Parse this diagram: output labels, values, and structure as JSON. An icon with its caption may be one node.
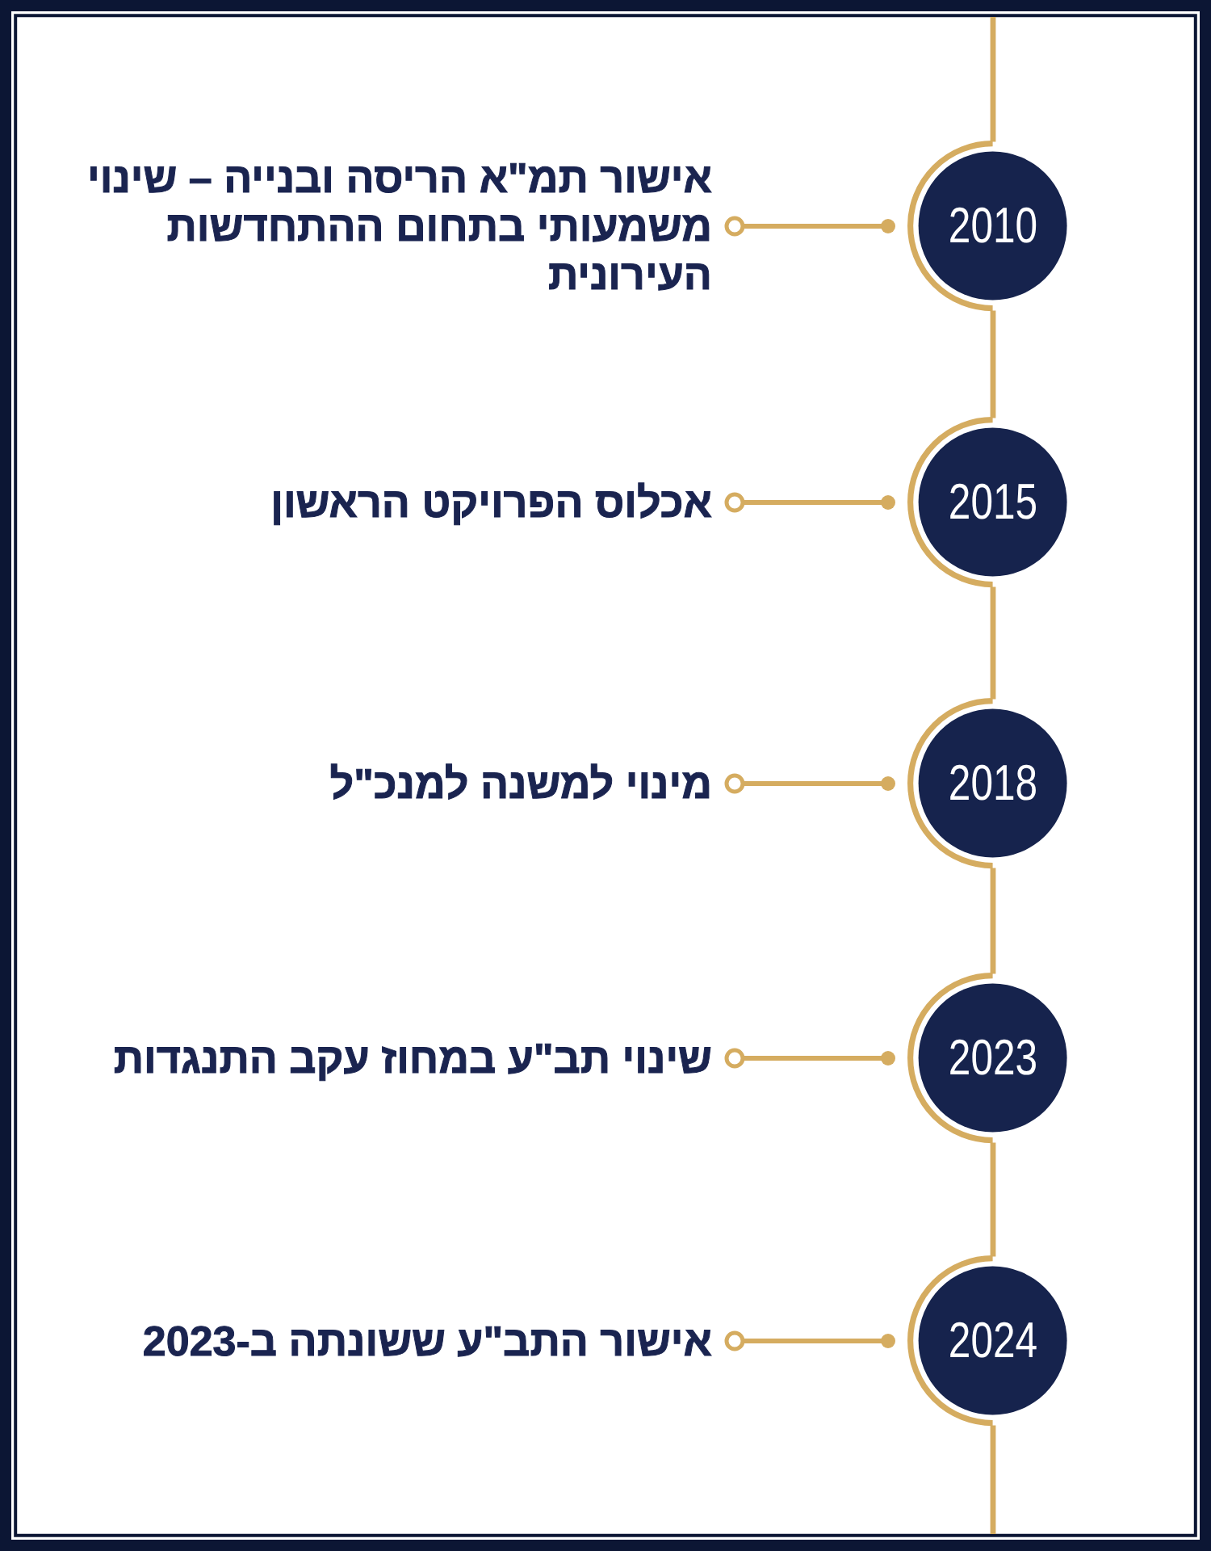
{
  "diagram": {
    "nodes": [
      {
        "text": [
          "2010"
        ]
      },
      {
        "text": [
          "אישור תמ\"א הריסה ובנייה – שינוי משמעותי בתחום ההתחדשות העירונית"
        ]
      },
      {
        "text": [
          "2015"
        ]
      },
      {
        "text": [
          "אכלוס הפרויקט הראשון"
        ]
      },
      {
        "text": [
          "2018"
        ]
      },
      {
        "text": [
          "מינוי למשנה למנכ\"ל"
        ]
      },
      {
        "text": [
          "2023"
        ]
      },
      {
        "text": [
          "שינוי תב\"ע במחוז עקב התנגדות"
        ]
      },
      {
        "text": [
          "2024"
        ]
      },
      {
        "text": [
          "אישור התב\"ע ששונתה ב-2023"
        ]
      }
    ],
    "edges": [
      {
        "from": 0,
        "to": 1,
        "arrow": "other"
      },
      {
        "from": 2,
        "to": 3,
        "arrow": "other"
      },
      {
        "from": 4,
        "to": 5,
        "arrow": "other"
      },
      {
        "from": 6,
        "to": 7,
        "arrow": "other"
      },
      {
        "from": 8,
        "to": 9,
        "arrow": "other"
      },
      {
        "from": 0,
        "to": 2,
        "arrow": "none"
      },
      {
        "from": 2,
        "to": 4,
        "arrow": "none"
      },
      {
        "from": 4,
        "to": 6,
        "arrow": "none"
      },
      {
        "from": 6,
        "to": 8,
        "arrow": "none"
      }
    ]
  }
}
